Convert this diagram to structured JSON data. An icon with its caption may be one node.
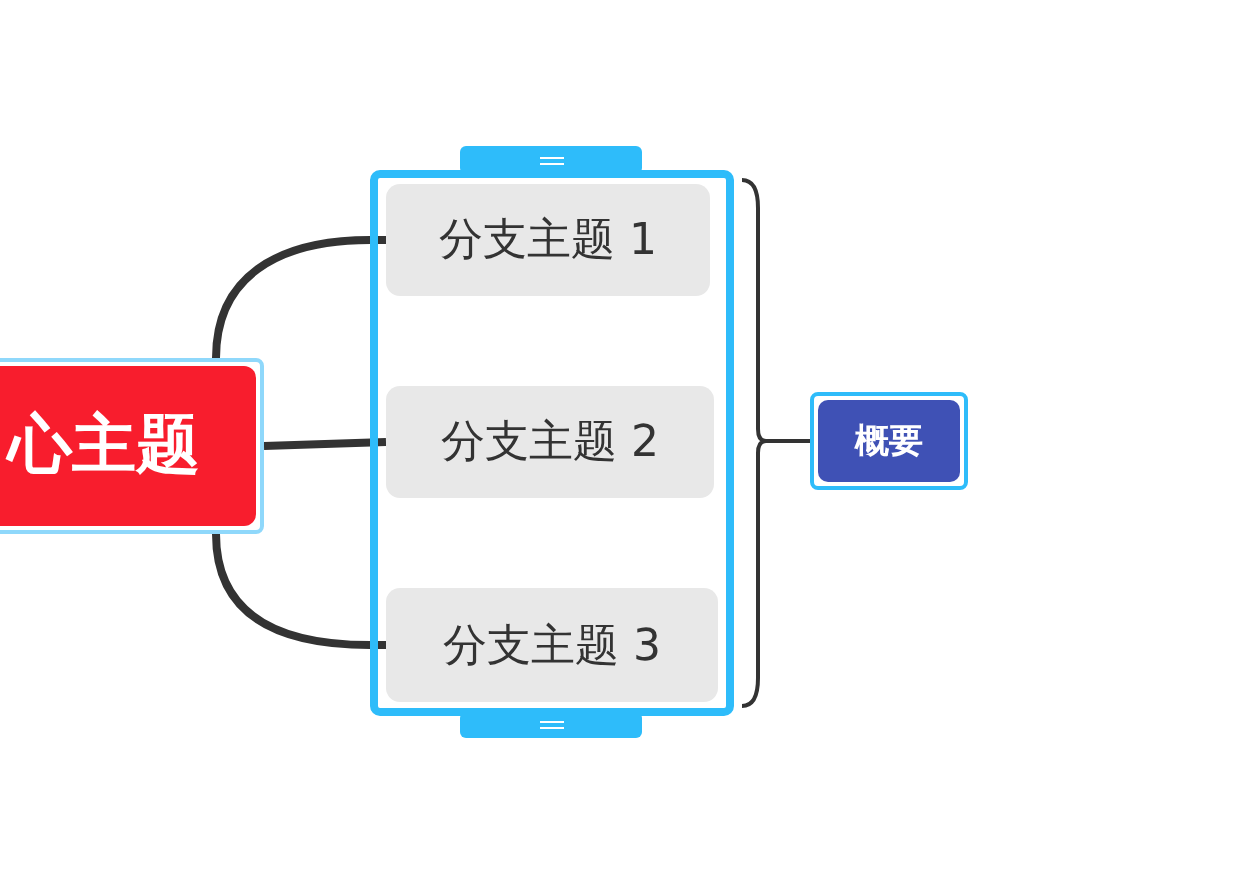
{
  "diagram": {
    "nodes": [
      {
        "text": [
          "心主题"
        ]
      },
      {
        "text": [],
        "shape": "box"
      },
      {
        "text": [
          "分支主题 1"
        ],
        "in": 1
      },
      {
        "text": [
          "分支主题 2"
        ],
        "in": 1
      },
      {
        "text": [
          "分支主题 3"
        ],
        "in": 1
      },
      {
        "text": [
          "概要"
        ]
      }
    ],
    "edges": [
      {
        "from": 0,
        "to": 2,
        "arrow": "none"
      },
      {
        "from": 0,
        "to": 3,
        "arrow": "none"
      },
      {
        "from": 0,
        "to": 4,
        "arrow": "none"
      },
      {
        "from": 1,
        "to": 5,
        "arrow": "none"
      }
    ]
  }
}
